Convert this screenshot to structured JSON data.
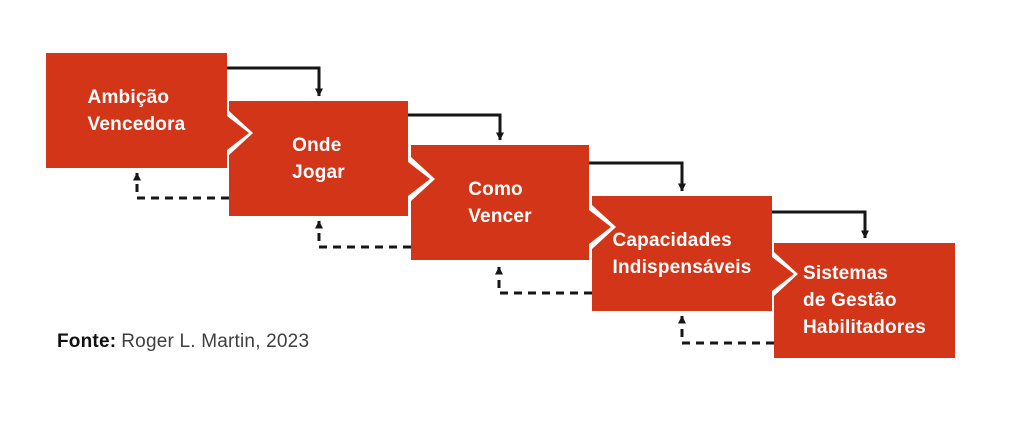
{
  "diagram": {
    "type": "strategy-choice-cascade",
    "boxes": [
      {
        "lines": [
          "Ambição",
          "Vencedora"
        ]
      },
      {
        "lines": [
          "Onde",
          "Jogar"
        ]
      },
      {
        "lines": [
          "Como",
          "Vencer"
        ]
      },
      {
        "lines": [
          "Capacidades",
          "Indispensáveis"
        ]
      },
      {
        "lines": [
          "Sistemas",
          "de Gestão",
          "Habilitadores"
        ]
      }
    ],
    "colors": {
      "box": "#d23518",
      "box_text": "#ffffff",
      "arrow": "#161616",
      "source_label": "#111111",
      "source_text": "#3f3f3f"
    }
  },
  "source": {
    "label": "Fonte:",
    "text": "Roger L. Martin, 2023"
  }
}
